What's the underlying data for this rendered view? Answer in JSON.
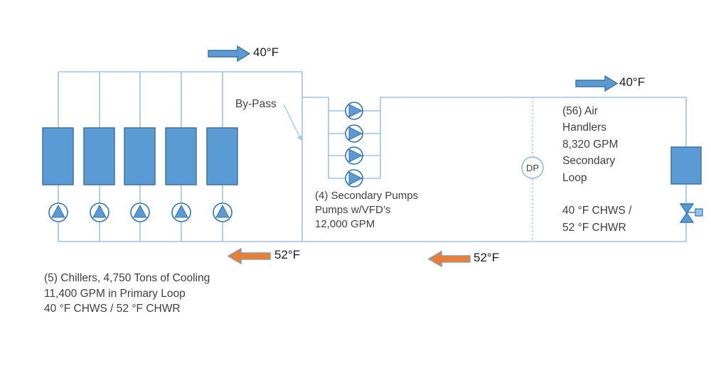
{
  "diagram_type": "chilled-water-plant-schematic",
  "labels": {
    "supply_temp_primary": "40°F",
    "supply_temp_secondary": "40°F",
    "return_temp_primary": "52°F",
    "return_temp_secondary": "52°F",
    "bypass": "By-Pass",
    "dp_sensor": "DP"
  },
  "notes": {
    "secondary_pumps": "(4) Secondary Pumps\nPumps w/VFD’s\n12,000 GPM",
    "air_handlers": "(56) Air\nHandlers\n8,320 GPM\nSecondary\nLoop\n\n40 °F CHWS /\n52 °F CHWR",
    "chillers": "(5) Chillers, 4,750 Tons of Cooling\n11,400 GPM in Primary Loop\n40 °F CHWS / 52 °F CHWR"
  },
  "colors": {
    "equipment_fill": "#5B9BD5",
    "equipment_border": "#41719C",
    "pipe": "#9DC3E6",
    "pump_border": "#2E75B6",
    "hot_arrow_fill": "#ED7D31",
    "hot_arrow_border": "#8E9AA9",
    "text": "#404040",
    "background": "#FFFFFF"
  }
}
